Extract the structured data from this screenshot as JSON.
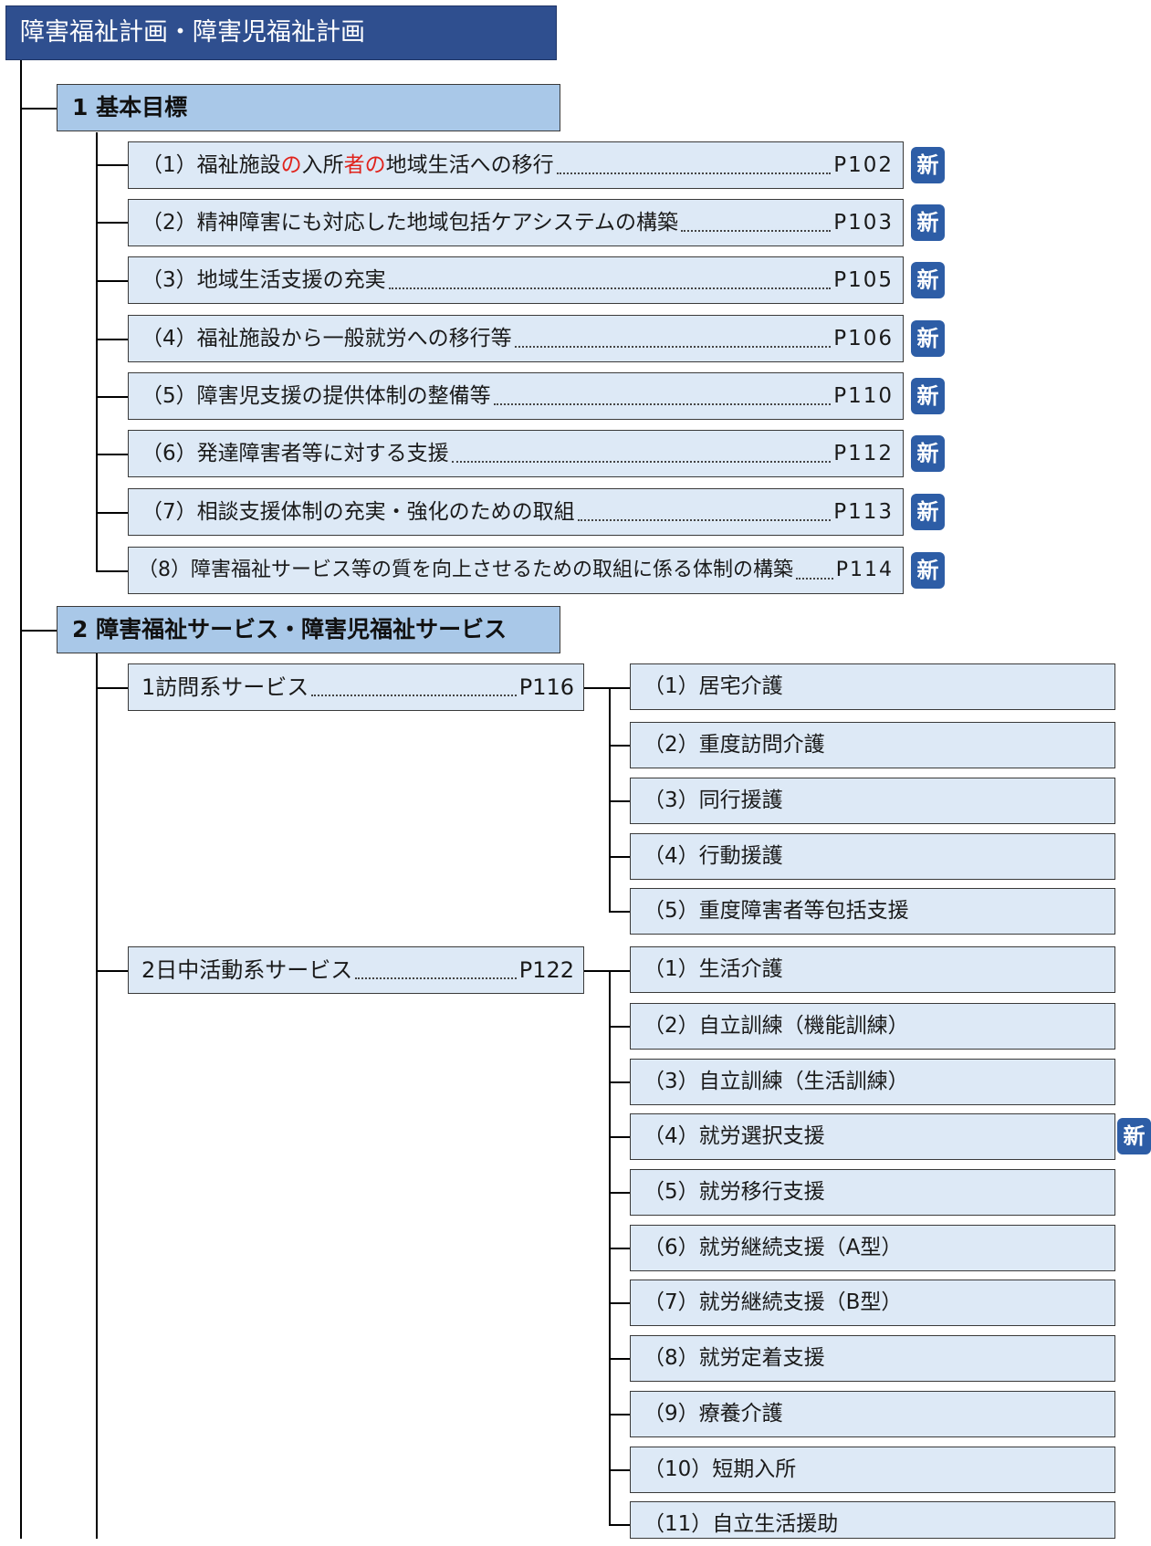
{
  "header": {
    "title": "障害福祉計画・障害児福祉計画"
  },
  "section1": {
    "title": "1 基本目標",
    "items": [
      {
        "pre": "（1）福祉施設",
        "red1": "の",
        "mid": "入所",
        "red2": "者の",
        "post": "地域生活への移行",
        "page": "P102"
      },
      {
        "text": "（2）精神障害にも対応した地域包括ケアシステムの構築",
        "page": "P103"
      },
      {
        "text": "（3）地域生活支援の充実",
        "page": "P105"
      },
      {
        "text": "（4）福祉施設から一般就労への移行等",
        "page": "P106"
      },
      {
        "text": "（5）障害児支援の提供体制の整備等",
        "page": "P110"
      },
      {
        "text": "（6）発達障害者等に対する支援",
        "page": "P112"
      },
      {
        "text": "（7）相談支援体制の充実・強化のための取組",
        "page": "P113"
      },
      {
        "text": "（8）障害福祉サービス等の質を向上させるための取組に係る体制の構築",
        "page": "P114"
      }
    ],
    "badge": "新"
  },
  "section2": {
    "title": "2 障害福祉サービス・障害児福祉サービス",
    "groups": [
      {
        "label": "1訪問系サービス",
        "page": "P116",
        "items": [
          "（1）居宅介護",
          "（2）重度訪問介護",
          "（3）同行援護",
          "（4）行動援護",
          "（5）重度障害者等包括支援"
        ]
      },
      {
        "label": "2日中活動系サービス",
        "page": "P122",
        "items": [
          "（1）生活介護",
          "（2）自立訓練（機能訓練）",
          "（3）自立訓練（生活訓練）",
          "（4）就労選択支援",
          "（5）就労移行支援",
          "（6）就労継続支援（A型）",
          "（7）就労継続支援（B型）",
          "（8）就労定着支援",
          "（9）療養介護",
          "（10）短期入所",
          "（11）自立生活援助"
        ]
      }
    ],
    "badge": "新"
  }
}
